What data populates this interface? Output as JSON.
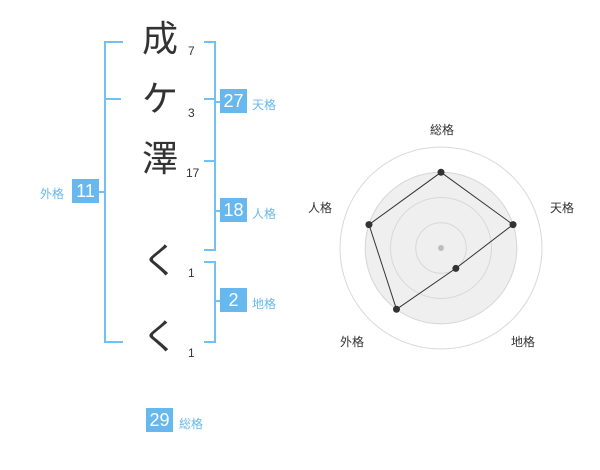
{
  "name_chars": [
    {
      "char": "成",
      "strokes": "7"
    },
    {
      "char": "ケ",
      "strokes": "3"
    },
    {
      "char": "澤",
      "strokes": "17"
    },
    {
      "char": "く",
      "strokes": "1"
    },
    {
      "char": "く",
      "strokes": "1"
    }
  ],
  "fortunes": {
    "tenkaku": {
      "value": "27",
      "label": "天格"
    },
    "jinkaku": {
      "value": "18",
      "label": "人格"
    },
    "chikaku": {
      "value": "2",
      "label": "地格"
    },
    "gaikaku": {
      "value": "11",
      "label": "外格"
    },
    "soukaku": {
      "value": "29",
      "label": "総格"
    }
  },
  "radar": {
    "labels": [
      "総格",
      "天格",
      "地格",
      "外格",
      "人格"
    ],
    "scores": [
      0.75,
      0.75,
      0.25,
      0.75,
      0.75
    ],
    "rings": 4,
    "colors": {
      "ring": "#d8d8d8",
      "fill": "#efefef",
      "line": "#333333",
      "center": "#bdbdbd"
    }
  }
}
